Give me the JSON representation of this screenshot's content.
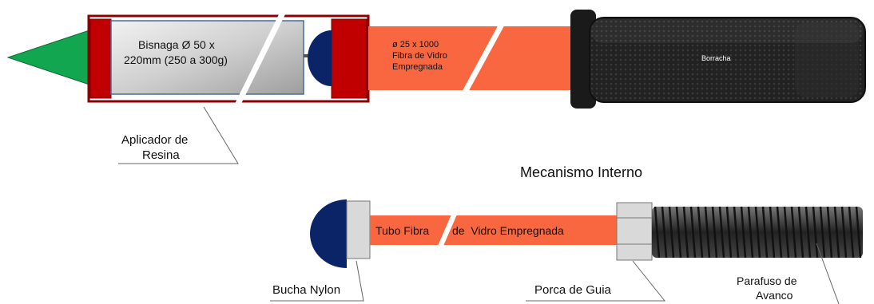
{
  "applicator": {
    "cartridge_label_line1": "Bisnaga Ø 50 x",
    "cartridge_label_line2": "220mm (250 a 300g)",
    "tube_label_line1": "ø 25 x 1000",
    "tube_label_line2": "Fibra de Vidro",
    "tube_label_line3": "Empregnada",
    "grip_label": "Borracha",
    "callout_line1": "Aplicador de",
    "callout_line2": "Resina"
  },
  "mechanism": {
    "title": "Mecanismo Interno",
    "tube_label_part1": "Tubo Fibra",
    "tube_label_part2": "de  Vidro Empregnada",
    "bushing_label": "Bucha Nylon",
    "guide_nut_label": "Porca de Guia",
    "screw_label_line1": "Parafuso de",
    "screw_label_line2": "Avanco"
  },
  "colors": {
    "nozzle_green": "#13a651",
    "frame_red": "#c00000",
    "tube_orange": "#f96741",
    "bushing_navy": "#0b2468",
    "grip_black": "#222222",
    "nut_gray": "#d9d9d9"
  }
}
